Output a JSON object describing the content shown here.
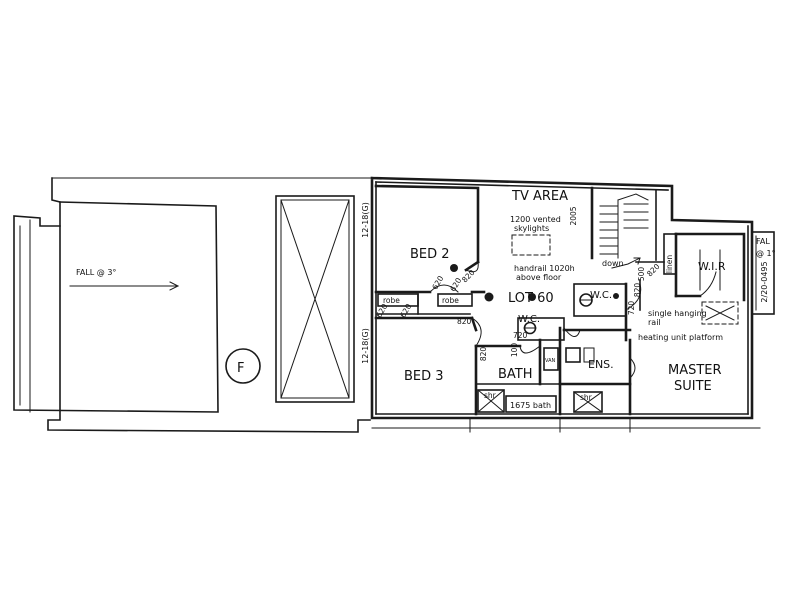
{
  "zone_marker": "F",
  "garage": {
    "fall_label": "FALL @ 3°"
  },
  "dims": {
    "left_upper": "12-18(G)",
    "left_lower": "12-18(G)",
    "right_side": "2/20-0495",
    "tv_height": "2005"
  },
  "rooms": {
    "tv_area": "TV AREA",
    "bed2": "BED 2",
    "bed3": "BED 3",
    "lot": "LOT 60",
    "bath": "BATH",
    "ens": "ENS.",
    "master": "MASTER",
    "suite": "SUITE",
    "wir": "W.I.R",
    "wc_upper": "W.C.",
    "wc_lower": "W.C."
  },
  "notes": {
    "skylight_1": "1200 vented",
    "skylight_2": "skylights",
    "handrail_1": "handrail 1020h",
    "handrail_2": "above floor",
    "down": "down",
    "linen": "linen",
    "hanging_1": "single hanging",
    "hanging_2": "rail",
    "heating": "heating unit platform",
    "bath_size": "1675 bath",
    "fal_1": "FAL",
    "fal_2": "@ 1°"
  },
  "door_widths": {
    "d820_bed2": "820",
    "d620_robe_a": "620",
    "d620_robe_b": "620",
    "d620_robe_c": "620",
    "d620_robe_d": "620",
    "d820_bed3": "820",
    "d820_bath": "820",
    "d720_wc": "720",
    "d720_ens": "720",
    "d820_master": "820",
    "d820_wir": "820",
    "d500": "500",
    "d100": "100"
  },
  "robes": {
    "robe_a": "robe",
    "robe_b": "robe"
  },
  "fixtures": {
    "shr_a": "shr",
    "shr_b": "shr",
    "vanity": "VAN"
  }
}
